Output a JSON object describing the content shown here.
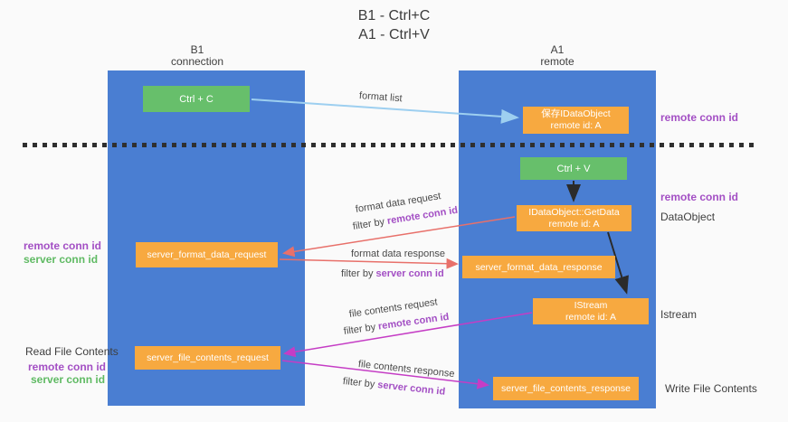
{
  "title": {
    "line1": "B1 - Ctrl+C",
    "line2": "A1 - Ctrl+V"
  },
  "columns": {
    "left": {
      "name": "B1",
      "subtitle": "connection"
    },
    "right": {
      "name": "A1",
      "subtitle": "remote"
    }
  },
  "colors": {
    "column_blue": "#4a7ed2",
    "box_green": "#67bf6b",
    "box_orange": "#f7a940",
    "arrow_lightblue": "#9dcff0",
    "arrow_red": "#e8706a",
    "arrow_magenta": "#c53dc5",
    "arrow_black": "#2b2b2b",
    "text_purple": "#a34fc4",
    "text_green": "#5fba63"
  },
  "boxes": {
    "ctrl_c": {
      "label": "Ctrl + C"
    },
    "save_dataobject": {
      "line1": "保存IDataObject",
      "line2": "remote id: A"
    },
    "ctrl_v": {
      "label": "Ctrl + V"
    },
    "getdata": {
      "line1": "IDataObject::GetData",
      "line2": "remote id: A"
    },
    "server_format_data_request": {
      "label": "server_format_data_request"
    },
    "server_format_data_response": {
      "label": "server_format_data_response"
    },
    "istream": {
      "line1": "IStream",
      "line2": "remote id: A"
    },
    "server_file_contents_request": {
      "label": "server_file_contents_request"
    },
    "server_file_contents_response": {
      "label": "server_file_contents_response"
    }
  },
  "arrow_labels": {
    "format_list": "format list",
    "format_data_request": "format data request",
    "format_data_request_filter_prefix": "filter by ",
    "format_data_request_filter_id": "remote conn id",
    "format_data_response": "format data response",
    "format_data_response_filter_prefix": "filter by ",
    "format_data_response_filter_id": "server conn id",
    "file_contents_request": "file contents request",
    "file_contents_request_filter_prefix": "filter by ",
    "file_contents_request_filter_id": "remote conn id",
    "file_contents_response": "file contents response",
    "file_contents_response_filter_prefix": "filter by ",
    "file_contents_response_filter_id": "server conn id"
  },
  "side_labels": {
    "right_remote_conn_id_top": "remote conn id",
    "right_remote_conn_id_mid": "remote conn id",
    "dataobject": "DataObject",
    "istream": "Istream",
    "write_file_contents": "Write File Contents",
    "left_remote_conn_id_top": "remote conn id",
    "left_server_conn_id_top": "server conn id",
    "read_file_contents": "Read File Contents",
    "left_remote_conn_id_bottom": "remote conn id",
    "left_server_conn_id_bottom": "server conn id"
  }
}
